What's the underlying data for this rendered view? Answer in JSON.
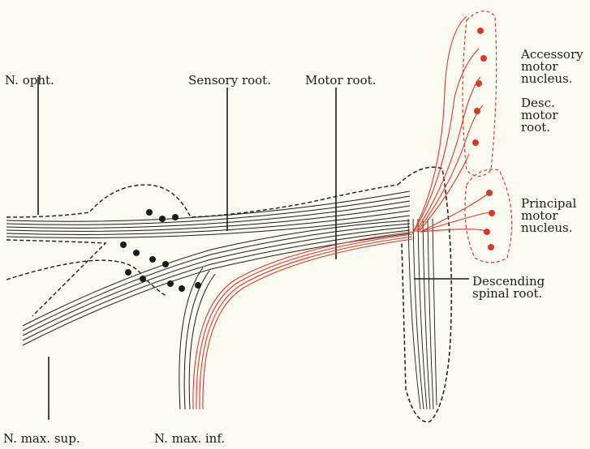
{
  "labels": {
    "n_opht": "N. opht.",
    "sensory_root": "Sensory root.",
    "motor_root": "Motor root.",
    "accessory": [
      "Accessory",
      "motor",
      "nucleus."
    ],
    "desc_motor": [
      "Desc.",
      "motor",
      "root."
    ],
    "principal": [
      "Principal",
      "motor",
      "nucleus."
    ],
    "descending": [
      "Descending",
      "spinal root."
    ],
    "n_max_sup": "N. max. sup.",
    "n_max_inf": "N. max. inf."
  },
  "colors": {
    "background": "#fbfbf1",
    "nerve_black": "#1b1b1b",
    "motor_red": "#d43a2a"
  }
}
